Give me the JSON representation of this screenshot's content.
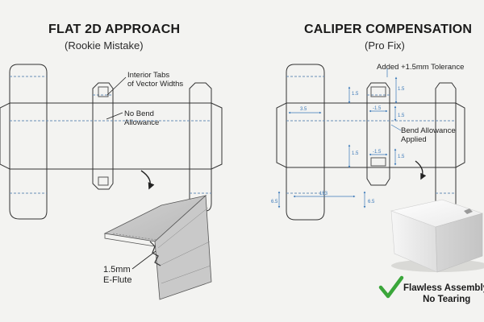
{
  "left_panel": {
    "title": "FLAT 2D APPROACH",
    "subtitle": "(Rookie Mistake)",
    "callouts": {
      "interior_tabs": [
        "Interior Tabs",
        "of Vector Widths"
      ],
      "no_bend": [
        "No Bend",
        "Allowance"
      ],
      "flute": [
        "1.5mm",
        "E-Flute"
      ]
    }
  },
  "right_panel": {
    "title": "CALIPER COMPENSATION",
    "subtitle": "(Pro Fix)",
    "callouts": {
      "tolerance": "Added +1.5mm Tolerance",
      "bend": [
        "Bend Allowance",
        "Applied"
      ],
      "success": [
        "Flawless Assembly,",
        "No Tearing"
      ]
    },
    "dimensions": [
      "3.5",
      "-1.5",
      "1.5",
      "1.5",
      "-1.5",
      "1.5",
      "1.5",
      "153",
      "6.5",
      "6.5",
      "1.5"
    ]
  },
  "colors": {
    "line": "#333333",
    "dashed": "#6a8fb8",
    "dim": "#3a78b8",
    "check": "#3aa63a"
  },
  "icons": [
    "arrow-icon",
    "checkmark-icon",
    "box-icon"
  ]
}
